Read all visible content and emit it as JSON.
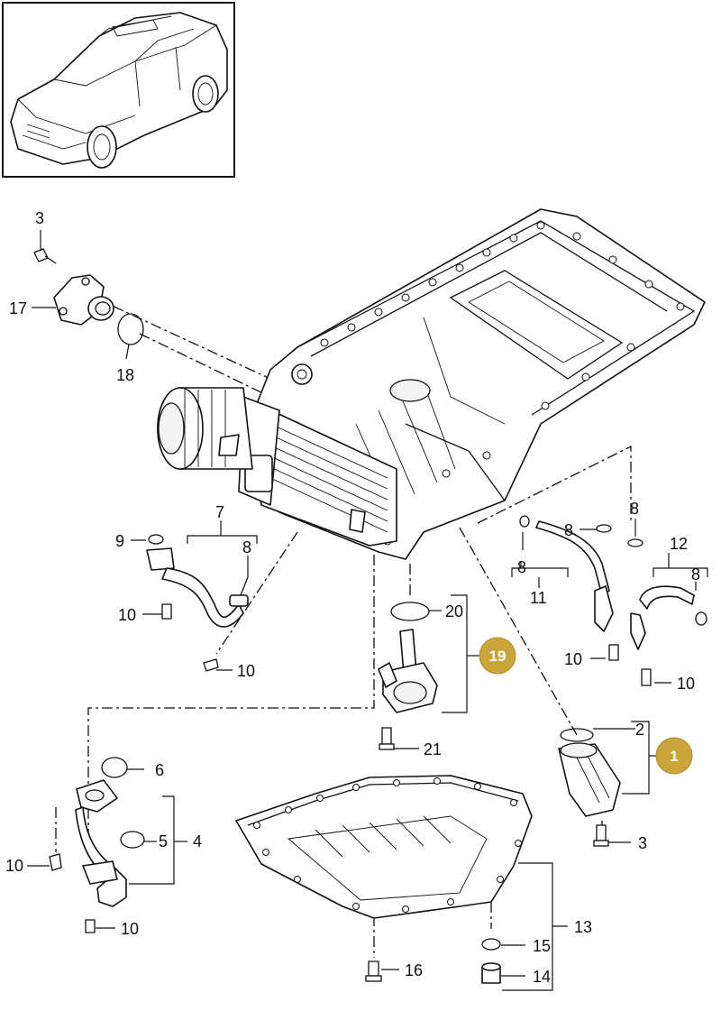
{
  "colors": {
    "badge": "#c9a53c",
    "line": "#111111"
  },
  "labels": {
    "l3a": "3",
    "l17": "17",
    "l18": "18",
    "l7": "7",
    "l9": "9",
    "l8a": "8",
    "l10a": "10",
    "l10b": "10",
    "l20": "20",
    "l21": "21",
    "l8b": "8",
    "l8c": "8",
    "l8d": "8",
    "l11": "11",
    "l12": "12",
    "l8e": "8",
    "l10c": "10",
    "l10d": "10",
    "l2": "2",
    "l3b": "3",
    "l6": "6",
    "l5": "5",
    "l4": "4",
    "l10e": "10",
    "l10f": "10",
    "l13": "13",
    "l15": "15",
    "l14": "14",
    "l16": "16"
  },
  "badges": {
    "b19": "19",
    "b1": "1"
  }
}
